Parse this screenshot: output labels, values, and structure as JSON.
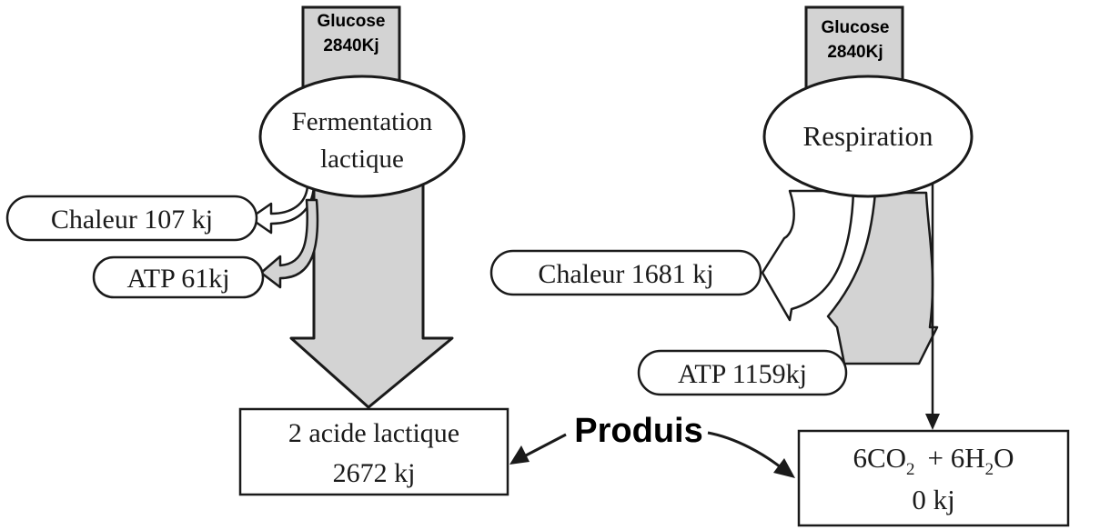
{
  "fermentation": {
    "input_label_line1": "Glucose",
    "input_label_line2": "2840Kj",
    "process_line1": "Fermentation",
    "process_line2": "lactique",
    "heat_label": "Chaleur 107 kj",
    "atp_label": "ATP 61kj",
    "product_line1": "2 acide lactique",
    "product_line2": "2672 kj"
  },
  "respiration": {
    "input_label_line1": "Glucose",
    "input_label_line2": "2840Kj",
    "process_label": "Respiration",
    "heat_label": "Chaleur 1681 kj",
    "atp_label": "ATP 1159kj",
    "product_co2": "6CO",
    "product_co2_sub": "2",
    "product_plus": "+ 6H",
    "product_h2o_sub": "2",
    "product_h2o_end": "O",
    "product_line2": "0 kj"
  },
  "produits_label": "Produis",
  "colors": {
    "stroke": "#1a1a1a",
    "arrow_fill": "#d3d3d3",
    "box_fill": "#ffffff"
  }
}
